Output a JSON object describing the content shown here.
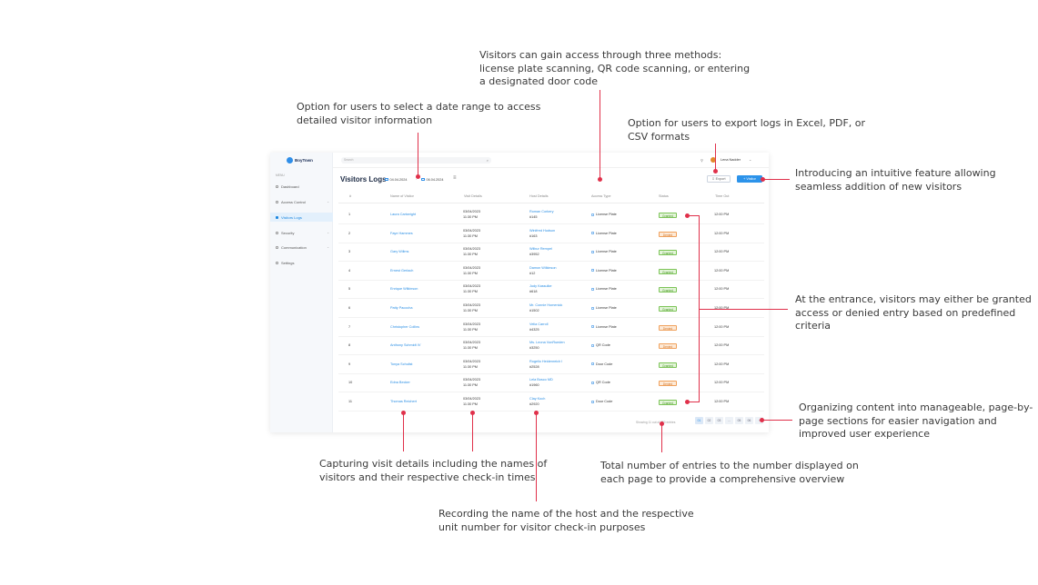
{
  "annotations": {
    "access_methods": [
      "Visitors can gain access through three methods:",
      "license plate scanning, QR code scanning, or entering",
      "a designated door code"
    ],
    "date_range": [
      "Option for users to select a date range to access",
      "detailed visitor information"
    ],
    "export": [
      "Option for users to export logs in Excel, PDF, or",
      "CSV formats"
    ],
    "add_visitor": [
      "Introducing an intuitive feature allowing",
      "seamless addition of new visitors"
    ],
    "status": [
      "At the entrance, visitors may either be granted",
      "access or denied entry based on predefined criteria"
    ],
    "pagination": [
      "Organizing content into manageable, page-by-",
      "page sections for easier navigation and",
      "improved user experience"
    ],
    "entries": [
      "Total number of entries to the number displayed on",
      "each page to provide a comprehensive overview"
    ],
    "visit_details": [
      "Capturing visit details including the names of",
      "visitors and their respective check-in times"
    ],
    "host": [
      "Recording the name of the host and the respective",
      "unit number for visitor check-in purposes"
    ]
  },
  "colors": {
    "accent": "#2c93ea",
    "annotation": "#e0304a",
    "granted": "#4d9a2b",
    "denied": "#d3772a"
  },
  "app": {
    "brand": "BoyTown",
    "menu_label": "MENU",
    "nav": [
      {
        "label": "Dashboard",
        "icon": "dashboard-icon",
        "caret": ""
      },
      {
        "label": "Access Control",
        "icon": "lock-icon",
        "caret": "⌄"
      },
      {
        "label": "Visitors Logs",
        "icon": "logs-icon",
        "caret": ""
      },
      {
        "label": "Security",
        "icon": "shield-icon",
        "caret": "⌄"
      },
      {
        "label": "Communication",
        "icon": "chat-icon",
        "caret": "⌄"
      },
      {
        "label": "Settings",
        "icon": "gear-icon",
        "caret": ""
      }
    ],
    "search_placeholder": "Search",
    "user_name": "Lena Nadder",
    "page_title": "Visitors Logs",
    "date_from": "04.04.2024",
    "date_to": "06.04.2024",
    "date_separator": "-",
    "export_label": "Export",
    "visitor_label": "+ Visitor",
    "columns": [
      "#",
      "Name of Visitor",
      "Visit Details",
      "Host Details",
      "Access Type",
      "Status",
      "Time Out"
    ],
    "rows": [
      {
        "num": "1",
        "name": "Laura Cartwright",
        "date": "03/04/2023",
        "time": "11:30 PM",
        "host": "Roman Corkery",
        "unit": "#145",
        "type": "License Plate",
        "status": "Granted",
        "out": "12:00 PM"
      },
      {
        "num": "2",
        "name": "Faye Hammes",
        "date": "03/04/2023",
        "time": "11:30 PM",
        "host": "Winifred Hudson",
        "unit": "#163",
        "type": "License Plate",
        "status": "Denied",
        "out": "12:00 PM"
      },
      {
        "num": "3",
        "name": "Gary Willms",
        "date": "03/04/2023",
        "time": "11:30 PM",
        "host": "Wilbur Rempel",
        "unit": "#3952",
        "type": "License Plate",
        "status": "Granted",
        "out": "12:00 PM"
      },
      {
        "num": "4",
        "name": "Ernest Gerlach",
        "date": "03/04/2023",
        "time": "11:30 PM",
        "host": "Damon Wilkinson",
        "unit": "#12",
        "type": "License Plate",
        "status": "Granted",
        "out": "12:00 PM"
      },
      {
        "num": "5",
        "name": "Enrique Wilkinson",
        "date": "03/04/2023",
        "time": "11:30 PM",
        "host": "Judy Kassulke",
        "unit": "#618",
        "type": "License Plate",
        "status": "Granted",
        "out": "12:00 PM"
      },
      {
        "num": "6",
        "name": "Patty Pacocha",
        "date": "03/04/2023",
        "time": "11:30 PM",
        "host": "Mr. Connie Homenick",
        "unit": "#1502",
        "type": "License Plate",
        "status": "Granted",
        "out": "12:00 PM"
      },
      {
        "num": "7",
        "name": "Christopher Collins",
        "date": "03/04/2023",
        "time": "11:30 PM",
        "host": "Velia Carroll",
        "unit": "#4325",
        "type": "License Plate",
        "status": "Denied",
        "out": "12:00 PM"
      },
      {
        "num": "8",
        "name": "Anthony Schmidt IV",
        "date": "03/04/2023",
        "time": "11:30 PM",
        "host": "Ms. Leona VonRueden",
        "unit": "#3250",
        "type": "QR Code",
        "status": "Denied",
        "out": "12:00 PM"
      },
      {
        "num": "9",
        "name": "Tonya Schulist",
        "date": "03/04/2023",
        "time": "11:30 PM",
        "host": "Rogelio Heidenreich I",
        "unit": "#2528",
        "type": "Door Code",
        "status": "Granted",
        "out": "12:00 PM"
      },
      {
        "num": "10",
        "name": "Edna Becker",
        "date": "03/04/2023",
        "time": "11:30 PM",
        "host": "Lela Bosco MD",
        "unit": "#1960",
        "type": "QR Code",
        "status": "Denied",
        "out": "12:00 PM"
      },
      {
        "num": "11",
        "name": "Thomas Reichert",
        "date": "03/04/2023",
        "time": "11:30 PM",
        "host": "Clay Koch",
        "unit": "#2920",
        "type": "Door Code",
        "status": "Granted",
        "out": "12:00 PM"
      }
    ],
    "showing": "Showing 11 out of 250 entries",
    "pages": [
      "01",
      "02",
      "03",
      "...",
      "05",
      "06"
    ],
    "next": "›"
  }
}
